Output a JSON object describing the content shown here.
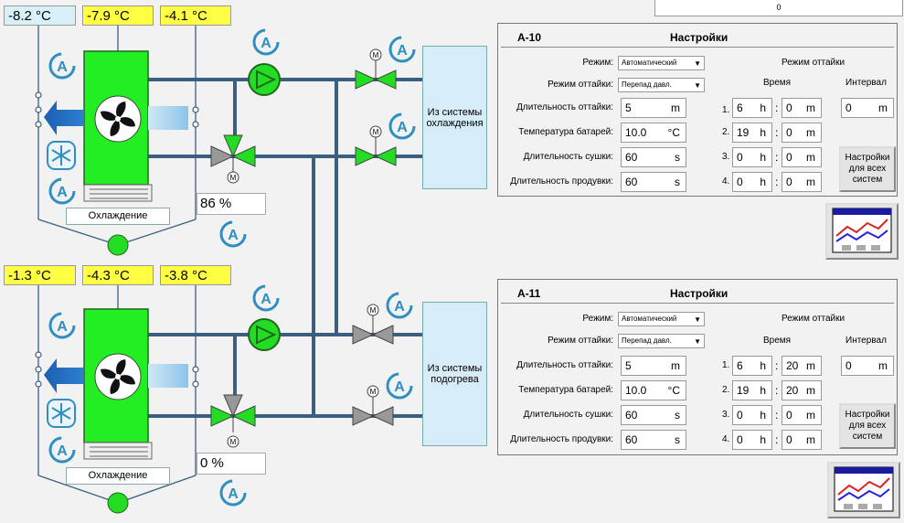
{
  "top_status": {
    "value": "0"
  },
  "unit1": {
    "temps": [
      "-8.2 °C",
      "-7.9 °C",
      "-4.1 °C"
    ],
    "valve_percent": "86 %",
    "coil_label": "Охлаждение",
    "source_label": "Из системы охлаждения"
  },
  "unit2": {
    "temps": [
      "-1.3 °C",
      "-4.3 °C",
      "-3.8 °C"
    ],
    "valve_percent": "0 %",
    "coil_label": "Охлаждение",
    "source_label": "Из системы подогрева"
  },
  "icons": {
    "auto": "A",
    "motor": "M"
  },
  "panels": [
    {
      "id": "A-10",
      "title": "Настройки",
      "mode_label": "Режим:",
      "mode_value": "Автоматический",
      "defrost_mode_label": "Режим оттайки:",
      "defrost_mode_value": "Перепад давл.",
      "defrost_duration_label": "Длительность оттайки:",
      "defrost_duration": "5",
      "defrost_duration_unit": "m",
      "battery_temp_label": "Температура батарей:",
      "battery_temp": "10.0",
      "battery_temp_unit": "°C",
      "dry_duration_label": "Длительность сушки:",
      "dry_duration": "60",
      "dry_duration_unit": "s",
      "purge_duration_label": "Длительность продувки:",
      "purge_duration": "60",
      "purge_duration_unit": "s",
      "schedule_title": "Режим оттайки",
      "time_header": "Время",
      "interval_header": "Интервал",
      "interval_value": "0",
      "interval_unit": "m",
      "hour_unit": "h",
      "minute_unit": "m",
      "schedule": [
        {
          "n": "1.",
          "h": "6",
          "m": "0"
        },
        {
          "n": "2.",
          "h": "19",
          "m": "0"
        },
        {
          "n": "3.",
          "h": "0",
          "m": "0"
        },
        {
          "n": "4.",
          "h": "0",
          "m": "0"
        }
      ],
      "all_systems_button": "Настройки для всех систем"
    },
    {
      "id": "A-11",
      "title": "Настройки",
      "mode_label": "Режим:",
      "mode_value": "Автоматический",
      "defrost_mode_label": "Режим оттайки:",
      "defrost_mode_value": "Перепад давл.",
      "defrost_duration_label": "Длительность оттайки:",
      "defrost_duration": "5",
      "defrost_duration_unit": "m",
      "battery_temp_label": "Температура батарей:",
      "battery_temp": "10.0",
      "battery_temp_unit": "°C",
      "dry_duration_label": "Длительность сушки:",
      "dry_duration": "60",
      "dry_duration_unit": "s",
      "purge_duration_label": "Длительность продувки:",
      "purge_duration": "60",
      "purge_duration_unit": "s",
      "schedule_title": "Режим оттайки",
      "time_header": "Время",
      "interval_header": "Интервал",
      "interval_value": "0",
      "interval_unit": "m",
      "hour_unit": "h",
      "minute_unit": "m",
      "schedule": [
        {
          "n": "1.",
          "h": "6",
          "m": "20"
        },
        {
          "n": "2.",
          "h": "19",
          "m": "20"
        },
        {
          "n": "3.",
          "h": "0",
          "m": "0"
        },
        {
          "n": "4.",
          "h": "0",
          "m": "0"
        }
      ],
      "all_systems_button": "Настройки для всех систем"
    }
  ],
  "colors": {
    "pipe": "#3a5f80",
    "unit_green": "#22ee22",
    "valve_green": "#22dd22",
    "valve_gray": "#999999",
    "temp_yellow": "#ffff44",
    "temp_light": "#d8f0f8",
    "auto_icon": "#2f8fc0",
    "source_box": "#d6ecf8"
  }
}
